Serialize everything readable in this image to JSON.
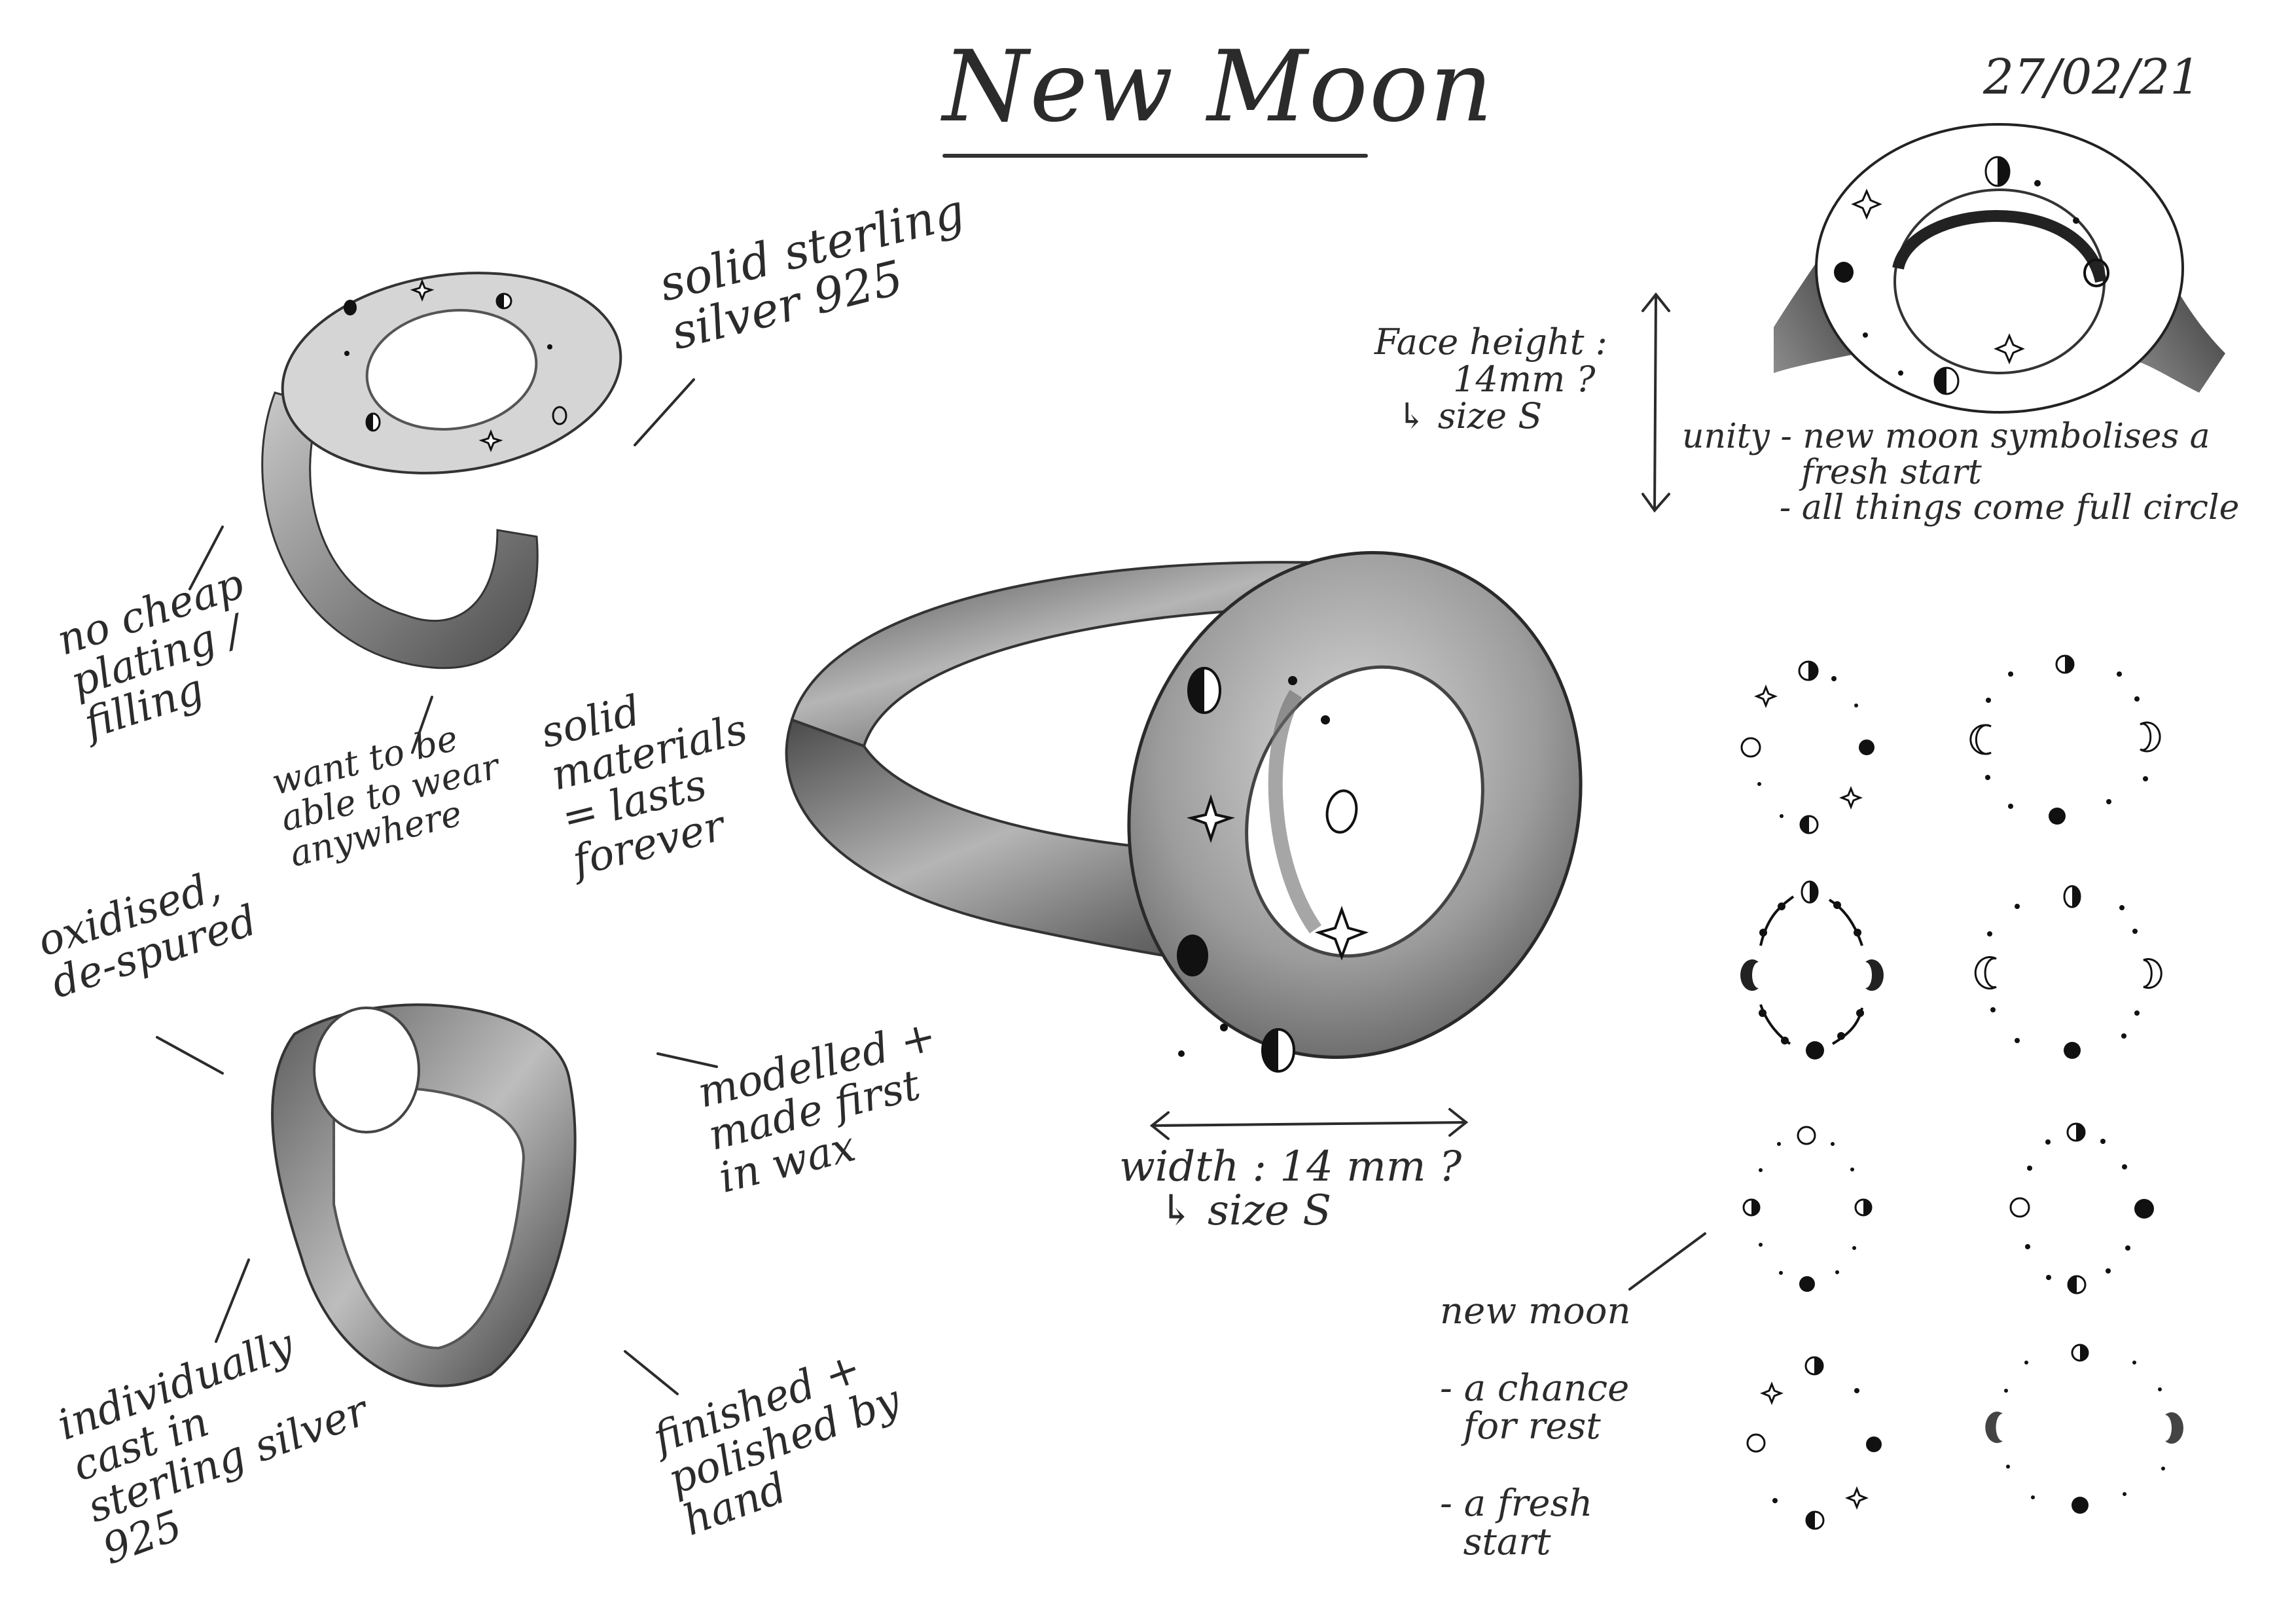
{
  "header": {
    "title": "New Moon",
    "date": "27/02/21"
  },
  "annotations": {
    "material": "solid sterling\nsilver 925",
    "no_plating": "no cheap\nplating /\nfilling",
    "wear_anywhere": "want to be\nable to wear\nanywhere",
    "solid_materials": "solid\nmaterials\n= lasts\nforever",
    "oxidised": "oxidised,\nde-spured",
    "modelled": "modelled +\nmade first\nin wax",
    "individually_cast": "individually\ncast in\nsterling silver\n925",
    "finished": "finished +\npolished by\nhand",
    "face_height": "Face height :\n       14mm ?\n  ↳ size S",
    "width": "width : 14 mm ?\n   ↳ size S",
    "unity": "unity - new moon symbolises a\n           fresh start\n         - all things come full circle",
    "new_moon_meaning": "new moon\n\n- a chance\n  for rest\n\n- a fresh\n  start"
  },
  "sketches": {
    "main_ring": {
      "label": "signet ring three-quarter view",
      "symbols": [
        "half-moon",
        "dot",
        "dot",
        "full-moon",
        "star",
        "half-moon",
        "dot",
        "new-moon",
        "star"
      ]
    },
    "top_left_ring": {
      "label": "signet ring angled view"
    },
    "bottom_left_ring": {
      "label": "signet ring side view"
    },
    "top_view_ring": {
      "label": "signet ring top view",
      "symbols": [
        "half-moon",
        "dot",
        "dot",
        "full-moon",
        "star",
        "half-moon",
        "dot",
        "new-moon",
        "dot",
        "star"
      ]
    },
    "pattern_grid": [
      {
        "id": "p1",
        "style": "stars-and-moons"
      },
      {
        "id": "p2",
        "style": "crescents-and-dots"
      },
      {
        "id": "p3",
        "style": "arcs-with-beads"
      },
      {
        "id": "p4",
        "style": "crescents-and-dots-b"
      },
      {
        "id": "p5",
        "style": "phases-small-dots"
      },
      {
        "id": "p6",
        "style": "phases-full-ring"
      },
      {
        "id": "p7",
        "style": "stars-and-moons-b"
      },
      {
        "id": "p8",
        "style": "crescents-dots-c"
      }
    ]
  },
  "colors": {
    "ink": "#2b2b2b",
    "paper": "#ffffff",
    "pencil_shade": "#8a8a8a"
  }
}
